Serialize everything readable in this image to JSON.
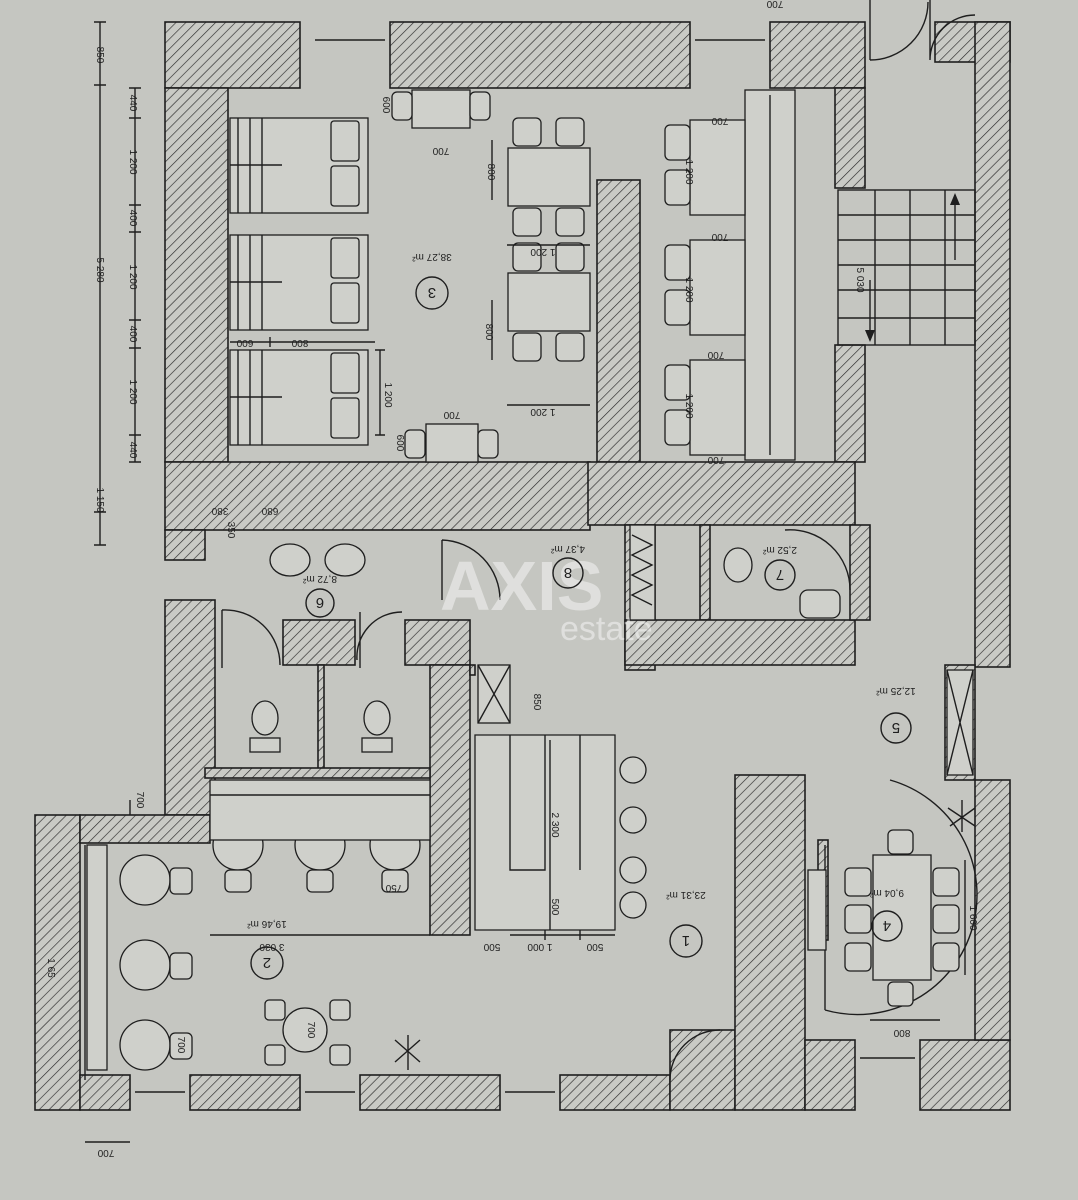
{
  "plan": {
    "rooms": [
      {
        "number": "1",
        "area": "23,31 m²"
      },
      {
        "number": "2",
        "area": "19,46 m²"
      },
      {
        "number": "3",
        "area": "38,27 m²"
      },
      {
        "number": "4",
        "area": "9,04 m²"
      },
      {
        "number": "5",
        "area": "12,25 m²"
      },
      {
        "number": "6",
        "area": "8,72 m²"
      },
      {
        "number": "7",
        "area": "2,52 m²"
      },
      {
        "number": "8",
        "area": "4,37 m²"
      }
    ],
    "dimensions": {
      "top_door": "700",
      "left_chain": [
        "850",
        "440",
        "1 200",
        "400",
        "1 200",
        "400",
        "1 200",
        "440",
        "1 150"
      ],
      "left_total": "5 280",
      "booth_depth": [
        "600",
        "800"
      ],
      "booth_width": "1 200",
      "small_table_top": [
        "600",
        "700"
      ],
      "small_table_bottom": [
        "600",
        "700"
      ],
      "table_depth": [
        "800",
        "800"
      ],
      "table_width": [
        "1 200",
        "1 200"
      ],
      "right_tables": [
        "700",
        "1 200",
        "700",
        "1 200",
        "700",
        "1 200",
        "700"
      ],
      "stairs": "5 030",
      "wc_dims": [
        "380",
        "680",
        "350"
      ],
      "bar": [
        "850",
        "2 300",
        "500",
        "500",
        "1 000",
        "500"
      ],
      "room2": [
        "3 030",
        "750",
        "700",
        "700"
      ],
      "room4": [
        "1 600",
        "800"
      ],
      "bottom_left": [
        "700",
        "1 65"
      ]
    },
    "watermark": {
      "brand": "AXIS",
      "sub": "estate"
    }
  },
  "colors": {
    "paper": "#c5c6c1",
    "ink": "#1e1e1e"
  }
}
